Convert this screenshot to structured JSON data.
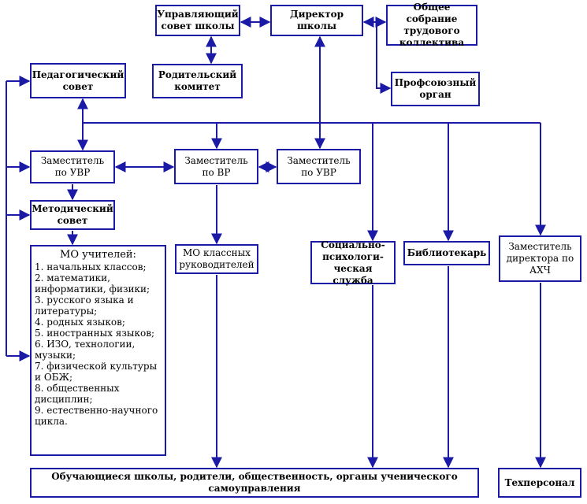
{
  "colors": {
    "line": "#1a1aa6",
    "box_border": "#1a1aa6",
    "text": "#000000"
  },
  "nodes": {
    "council": "Управляющий\nсовет школы",
    "director": "Директор\nшколы",
    "assembly": "Общее собрание\nтрудового\nколлектива",
    "parents": "Родительский\nкомитет",
    "union": "Профсоюзный\nорган",
    "pedsovet": "Педагогический\nсовет",
    "dep_uvr1": "Заместитель\nпо УВР",
    "dep_vr": "Заместитель\nпо ВР",
    "dep_uvr2": "Заместитель\nпо УВР",
    "method": "Методический\nсовет",
    "mo_teachers": {
      "title": "МО учителей:",
      "items": [
        "1. начальных классов;",
        "2. математики,\n    информатики, физики;",
        "3. русского языка и\n    литературы;",
        "4. родных языков;",
        "5. иностранных языков;",
        "6. ИЗО, технологии,\n    музыки;",
        "7. физической культуры\n    и ОБЖ;",
        "8. общественных\n    дисциплин;",
        "9. естественно-научного\n    цикла."
      ]
    },
    "mo_class": "МО классных\nруководителей",
    "social": "Социально-\nпсихологи-\nческая служба",
    "library": "Библиотекарь",
    "dep_ahch": "Заместитель\nдиректора по\nАХЧ",
    "bottom": "Обучающиеся школы, родители, общественность, органы ученического\nсамоуправления",
    "tech": "Техперсонал"
  }
}
